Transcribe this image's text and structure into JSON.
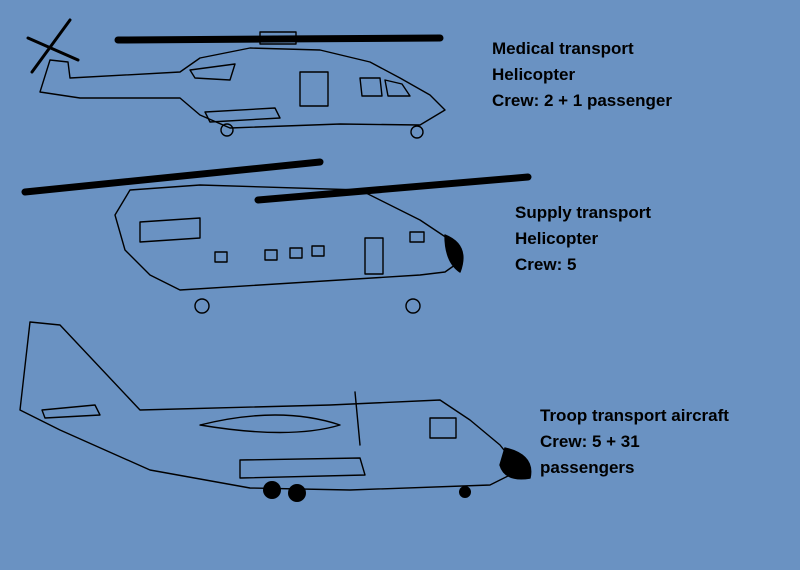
{
  "aircraft": [
    {
      "lines": [
        "Medical transport",
        "Helicopter",
        "Crew: 2 + 1 passenger"
      ]
    },
    {
      "lines": [
        "Supply transport",
        "Helicopter",
        "Crew: 5"
      ]
    },
    {
      "lines": [
        "Troop transport aircraft",
        "Crew: 5 + 31",
        "passengers"
      ]
    }
  ],
  "colors": {
    "background": "#6a92c2",
    "ink": "#000000"
  }
}
